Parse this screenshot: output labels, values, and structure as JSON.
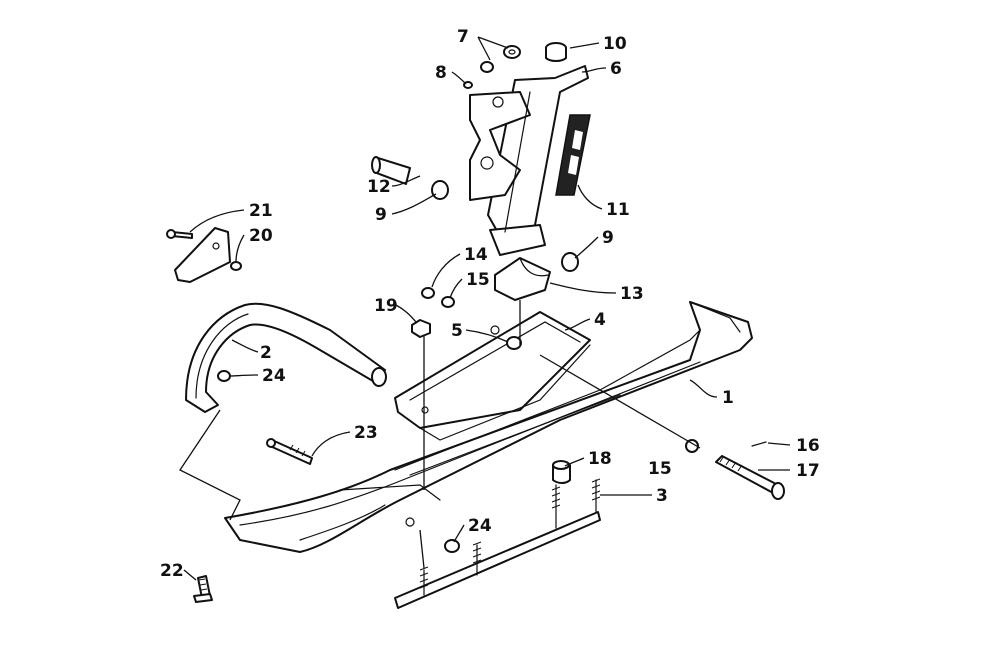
{
  "diagram": {
    "line_color": "#111111",
    "background": "#ffffff",
    "decal_color": "#333333",
    "callouts": [
      {
        "id": "1",
        "label": "1"
      },
      {
        "id": "2",
        "label": "2"
      },
      {
        "id": "3",
        "label": "3"
      },
      {
        "id": "4",
        "label": "4"
      },
      {
        "id": "5",
        "label": "5"
      },
      {
        "id": "6",
        "label": "6"
      },
      {
        "id": "7",
        "label": "7"
      },
      {
        "id": "8",
        "label": "8"
      },
      {
        "id": "9a",
        "label": "9"
      },
      {
        "id": "9b",
        "label": "9"
      },
      {
        "id": "10",
        "label": "10"
      },
      {
        "id": "11",
        "label": "11"
      },
      {
        "id": "12",
        "label": "12"
      },
      {
        "id": "13",
        "label": "13"
      },
      {
        "id": "14",
        "label": "14"
      },
      {
        "id": "15a",
        "label": "15"
      },
      {
        "id": "15b",
        "label": "15"
      },
      {
        "id": "16",
        "label": "16"
      },
      {
        "id": "17",
        "label": "17"
      },
      {
        "id": "18",
        "label": "18"
      },
      {
        "id": "19",
        "label": "19"
      },
      {
        "id": "20",
        "label": "20"
      },
      {
        "id": "21",
        "label": "21"
      },
      {
        "id": "22",
        "label": "22"
      },
      {
        "id": "23",
        "label": "23"
      },
      {
        "id": "24a",
        "label": "24"
      },
      {
        "id": "24b",
        "label": "24"
      }
    ]
  }
}
